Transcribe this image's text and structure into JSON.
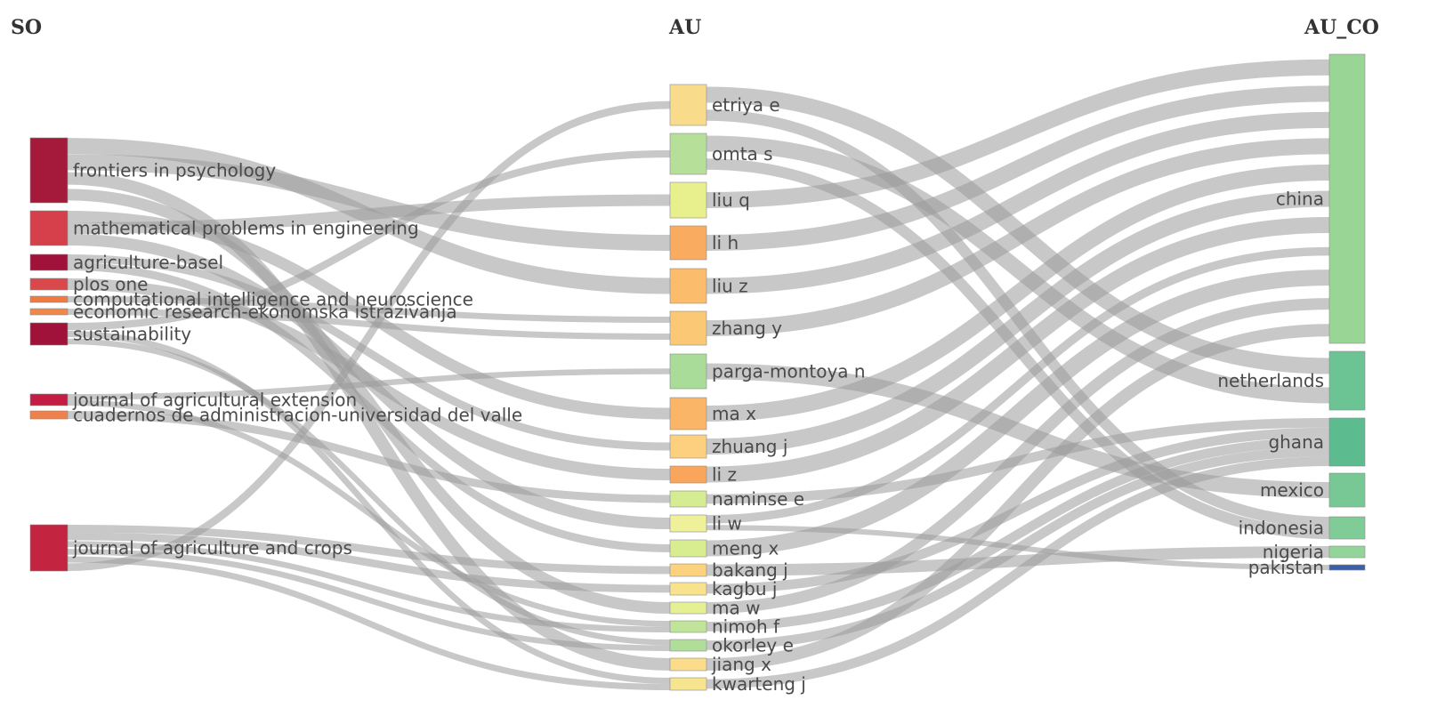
{
  "headers": {
    "so": "SO",
    "au": "AU",
    "au_co": "AU_CO"
  },
  "sources": [
    {
      "id": "frontiers",
      "label": "frontiers in psychology",
      "color": "#a51a3a"
    },
    {
      "id": "mathprob",
      "label": "mathematical problems in engineering",
      "color": "#d6404a"
    },
    {
      "id": "agribasel",
      "label": "agriculture-basel",
      "color": "#a0123a"
    },
    {
      "id": "plosone",
      "label": "plos one",
      "color": "#d9484a"
    },
    {
      "id": "compint",
      "label": "computational intelligence and neuroscience",
      "color": "#ef7a42"
    },
    {
      "id": "econres",
      "label": "economic research-ekonomska istrazivanja",
      "color": "#ef8848"
    },
    {
      "id": "sustain",
      "label": "sustainability",
      "color": "#a0123a"
    },
    {
      "id": "jagrext",
      "label": "journal of agricultural extension",
      "color": "#c41d44"
    },
    {
      "id": "cuadernos",
      "label": "cuadernos de administracion-universidad del valle",
      "color": "#f0814a"
    },
    {
      "id": "jagrcrops",
      "label": "journal of agriculture and crops",
      "color": "#c3243f"
    }
  ],
  "authors": [
    {
      "id": "etriya",
      "label": "etriya e",
      "color": "#f8dc8c"
    },
    {
      "id": "omta",
      "label": "omta s",
      "color": "#b6e09a"
    },
    {
      "id": "liuq",
      "label": "liu q",
      "color": "#e8f08e"
    },
    {
      "id": "lih",
      "label": "li h",
      "color": "#f9ab60"
    },
    {
      "id": "liuz",
      "label": "liu z",
      "color": "#fbbd6b"
    },
    {
      "id": "zhangy",
      "label": "zhang y",
      "color": "#fbc875"
    },
    {
      "id": "parga",
      "label": "parga-montoya n",
      "color": "#a8dc98"
    },
    {
      "id": "max",
      "label": "ma x",
      "color": "#fbb566"
    },
    {
      "id": "zhuangj",
      "label": "zhuang j",
      "color": "#fcd07e"
    },
    {
      "id": "liz",
      "label": "li z",
      "color": "#f9a65c"
    },
    {
      "id": "naminse",
      "label": "naminse e",
      "color": "#d6ec92"
    },
    {
      "id": "liw",
      "label": "li w",
      "color": "#eef09a"
    },
    {
      "id": "mengx",
      "label": "meng x",
      "color": "#d8ec90"
    },
    {
      "id": "bakang",
      "label": "bakang j",
      "color": "#fcd27e"
    },
    {
      "id": "kagbu",
      "label": "kagbu j",
      "color": "#f8e28c"
    },
    {
      "id": "maw",
      "label": "ma w",
      "color": "#e4f092"
    },
    {
      "id": "nimoh",
      "label": "nimoh f",
      "color": "#c0e49a"
    },
    {
      "id": "okorley",
      "label": "okorley e",
      "color": "#b0de98"
    },
    {
      "id": "jiangx",
      "label": "jiang x",
      "color": "#fadc8a"
    },
    {
      "id": "kwarteng",
      "label": "kwarteng j",
      "color": "#f6e48e"
    }
  ],
  "countries": [
    {
      "id": "china",
      "label": "china",
      "color": "#99d696"
    },
    {
      "id": "netherlands",
      "label": "netherlands",
      "color": "#6cc494"
    },
    {
      "id": "ghana",
      "label": "ghana",
      "color": "#5cbc90"
    },
    {
      "id": "mexico",
      "label": "mexico",
      "color": "#78c896"
    },
    {
      "id": "indonesia",
      "label": "indonesia",
      "color": "#80cc96"
    },
    {
      "id": "nigeria",
      "label": "nigeria",
      "color": "#92d49a"
    },
    {
      "id": "pakistan",
      "label": "pakistan",
      "color": "#3d5fa8"
    }
  ],
  "flows_so_au": [
    [
      "frontiers",
      "liuz"
    ],
    [
      "frontiers",
      "lih"
    ],
    [
      "frontiers",
      "jiangx"
    ],
    [
      "frontiers",
      "maw"
    ],
    [
      "mathprob",
      "max"
    ],
    [
      "mathprob",
      "liuq"
    ],
    [
      "mathprob",
      "liw"
    ],
    [
      "agribasel",
      "zhuangj"
    ],
    [
      "agribasel",
      "mengx"
    ],
    [
      "plosone",
      "liz"
    ],
    [
      "compint",
      "zhangy"
    ],
    [
      "econres",
      "zhangy"
    ],
    [
      "sustain",
      "omta"
    ],
    [
      "sustain",
      "kwarteng"
    ],
    [
      "sustain",
      "okorley"
    ],
    [
      "jagrext",
      "parga"
    ],
    [
      "jagrext",
      "nimoh"
    ],
    [
      "cuadernos",
      "naminse"
    ],
    [
      "jagrcrops",
      "bakang"
    ],
    [
      "jagrcrops",
      "kagbu"
    ],
    [
      "jagrcrops",
      "nimoh"
    ],
    [
      "jagrcrops",
      "okorley"
    ],
    [
      "jagrcrops",
      "kwarteng"
    ],
    [
      "jagrcrops",
      "etriya"
    ]
  ],
  "flows_au_co": [
    [
      "etriya",
      "netherlands"
    ],
    [
      "etriya",
      "indonesia"
    ],
    [
      "omta",
      "netherlands"
    ],
    [
      "omta",
      "indonesia"
    ],
    [
      "liuq",
      "china"
    ],
    [
      "lih",
      "china"
    ],
    [
      "liuz",
      "china"
    ],
    [
      "zhangy",
      "china"
    ],
    [
      "parga",
      "mexico"
    ],
    [
      "max",
      "china"
    ],
    [
      "zhuangj",
      "china"
    ],
    [
      "liz",
      "china"
    ],
    [
      "naminse",
      "ghana"
    ],
    [
      "liw",
      "china"
    ],
    [
      "mengx",
      "china"
    ],
    [
      "bakang",
      "nigeria"
    ],
    [
      "kagbu",
      "ghana"
    ],
    [
      "maw",
      "china"
    ],
    [
      "nimoh",
      "ghana"
    ],
    [
      "okorley",
      "ghana"
    ],
    [
      "jiangx",
      "china"
    ],
    [
      "kwarteng",
      "ghana"
    ],
    [
      "liw",
      "pakistan"
    ]
  ]
}
